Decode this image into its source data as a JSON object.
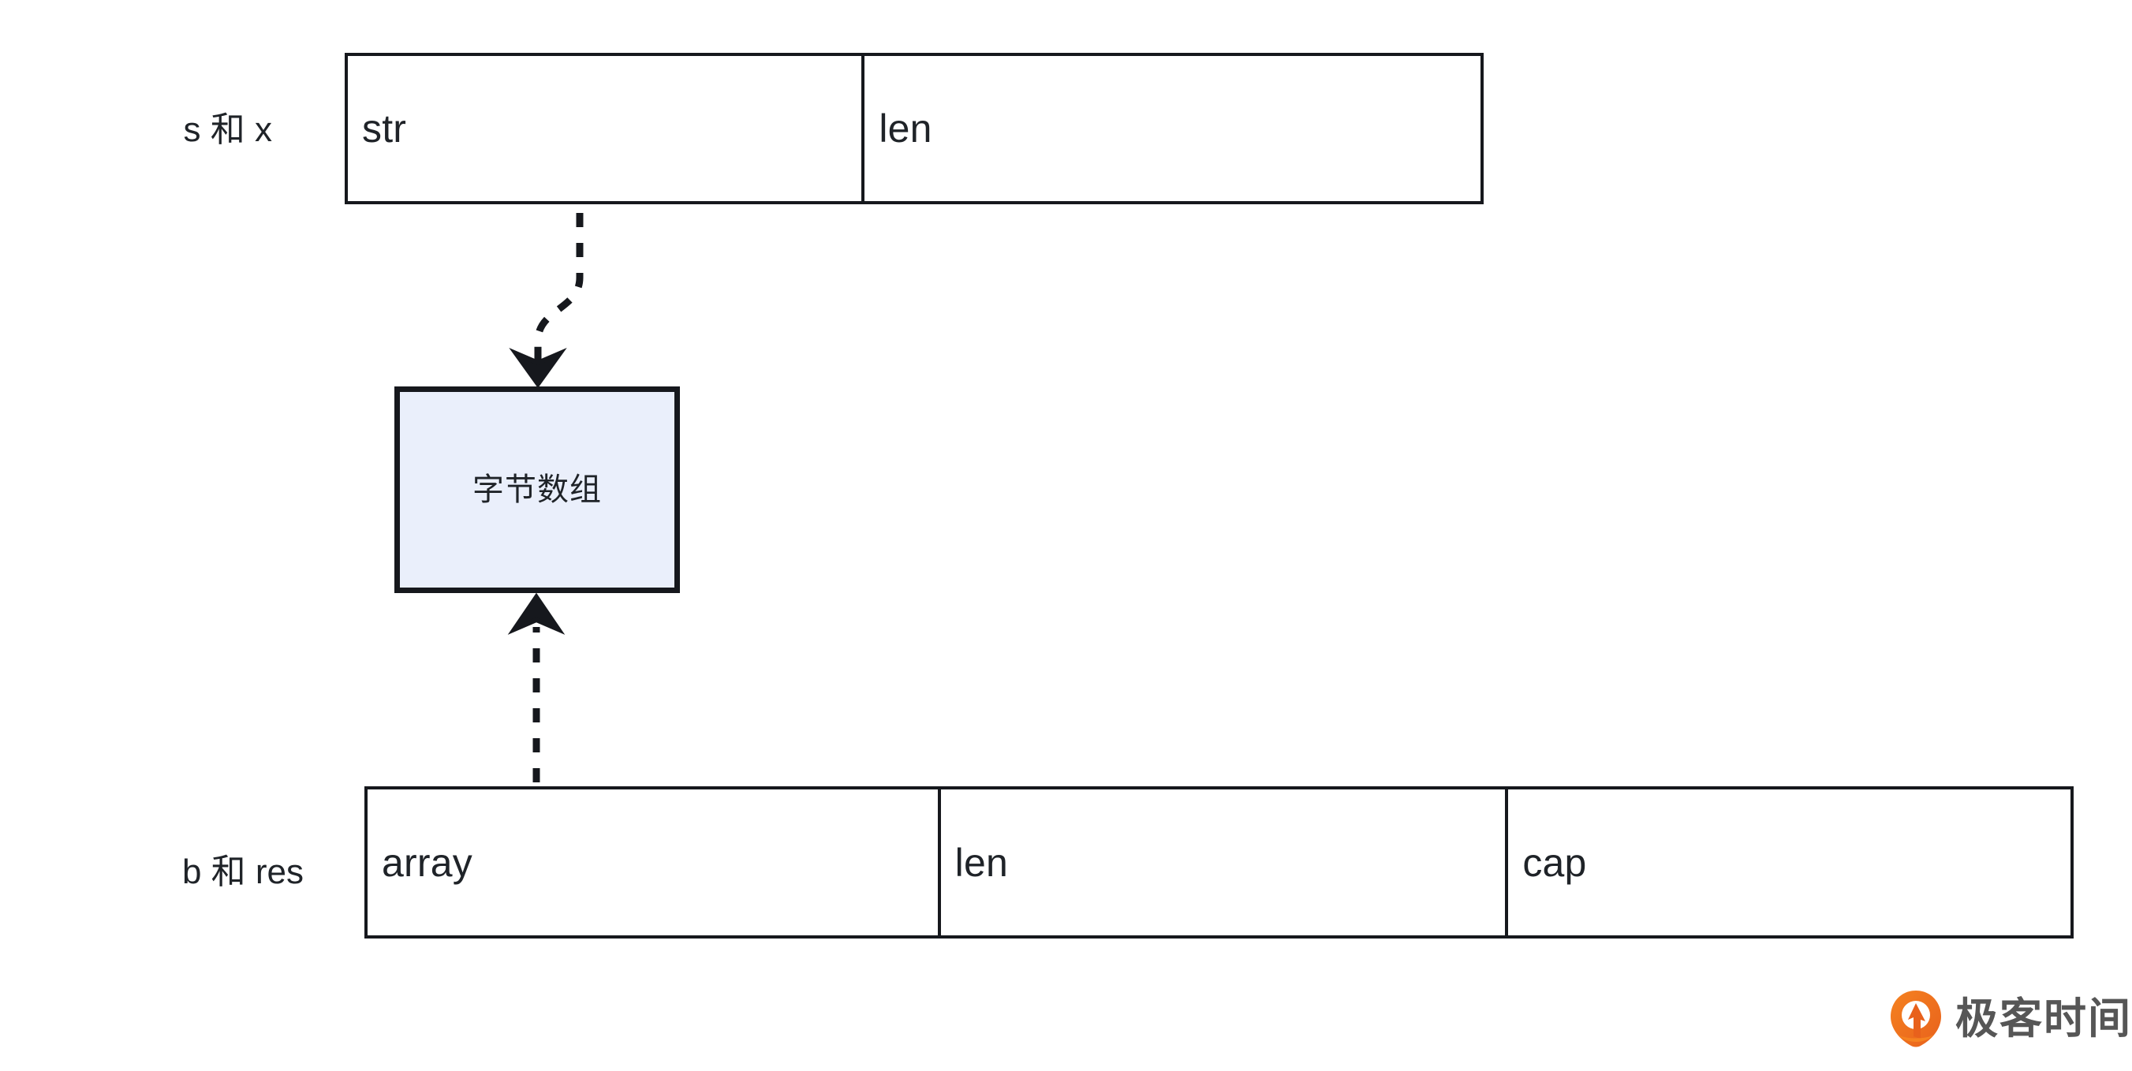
{
  "diagram": {
    "title_text": "",
    "rows": [
      {
        "id": "string-header",
        "label": "s 和 x",
        "cells": [
          {
            "name": "str",
            "label": "str"
          },
          {
            "name": "len",
            "label": "len"
          }
        ]
      },
      {
        "id": "slice-header",
        "label": "b 和 res",
        "cells": [
          {
            "name": "array",
            "label": "array"
          },
          {
            "name": "len",
            "label": "len"
          },
          {
            "name": "cap",
            "label": "cap"
          }
        ]
      }
    ],
    "heap": {
      "label": "字节数组",
      "fill_color": "#eaeffb",
      "border_color": "#16181d"
    },
    "arrows": [
      {
        "name": "str-to-bytes",
        "style": "dashed",
        "from": "str",
        "to": "字节数组",
        "direction": "down"
      },
      {
        "name": "array-to-bytes",
        "style": "dashed",
        "from": "array",
        "to": "字节数组",
        "direction": "up"
      }
    ],
    "colors": {
      "stroke": "#16181d",
      "heap_fill": "#eaeffb",
      "text": "#1f2328",
      "watermark_text": "#565656",
      "watermark_orange_light": "#f58220",
      "watermark_orange_dark": "#e8611c"
    }
  },
  "watermark": {
    "brand": "极客时间",
    "logo_icon": "geektime-pin-logo-icon"
  }
}
